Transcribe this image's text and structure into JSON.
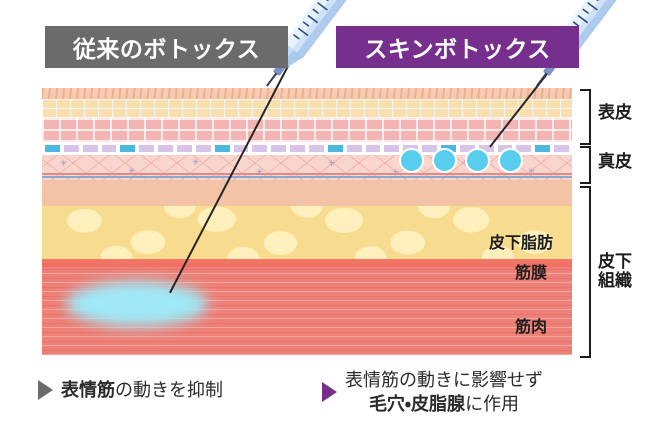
{
  "titles": {
    "left": "従来のボトックス",
    "right": "スキンボトックス"
  },
  "colors": {
    "left_badge": "#6b6b6b",
    "right_badge": "#772f8e",
    "injection_fill": "#59cdee",
    "muscle": "#ee8077",
    "fat": "#f7db8e",
    "dermis": "#f8d6cd",
    "fascia": "#f2786a"
  },
  "side_labels": [
    {
      "name": "epidermis",
      "text": "表皮"
    },
    {
      "name": "dermis",
      "text": "真皮"
    },
    {
      "name": "subcutaneous-tissue",
      "text": "皮下\n組織"
    }
  ],
  "inner_labels": [
    {
      "name": "subcutaneous-fat",
      "text": "皮下脂肪"
    },
    {
      "name": "fascia",
      "text": "筋膜"
    },
    {
      "name": "muscle",
      "text": "筋肉"
    }
  ],
  "captions": {
    "left": {
      "bold": "表情筋",
      "rest": "の動きを抑制"
    },
    "right": {
      "line1": "表情筋の動きに影響せず",
      "line2_bold": "毛穴・皮脂腺",
      "line2_rest": "に作用"
    }
  },
  "icons": {
    "syringe": "syringe-icon",
    "triangle": "play-triangle-icon",
    "bracket": "brace-bracket-icon"
  }
}
